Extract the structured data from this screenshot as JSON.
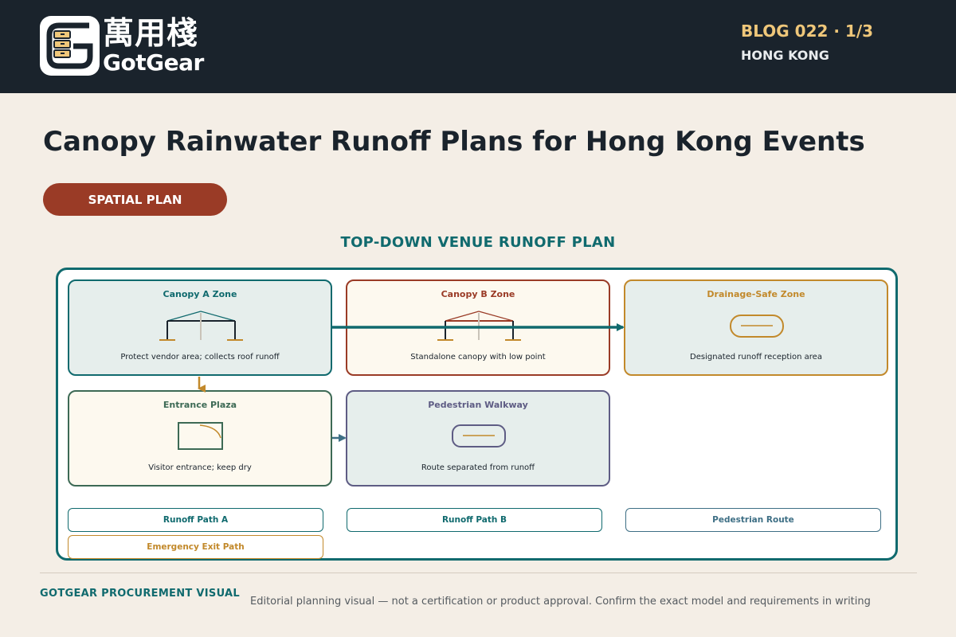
{
  "header": {
    "logo_cjk": "萬用棧",
    "logo_en": "GotGear",
    "blog_number": "BLOG 022 · 1/3",
    "location": "HONG KONG"
  },
  "page": {
    "title": "Canopy Rainwater Runoff Plans for Hong Kong Events",
    "badge": "SPATIAL PLAN"
  },
  "diagram": {
    "title": "TOP-DOWN VENUE RUNOFF PLAN",
    "zones": {
      "canopy_a": {
        "title": "Canopy A Zone",
        "desc": "Protect vendor area; collects roof runoff"
      },
      "canopy_b": {
        "title": "Canopy B Zone",
        "desc": "Standalone canopy with low point"
      },
      "drainage": {
        "title": "Drainage-Safe Zone",
        "desc": "Designated runoff reception area"
      },
      "entrance": {
        "title": "Entrance Plaza",
        "desc": "Visitor entrance; keep dry"
      },
      "walkway": {
        "title": "Pedestrian Walkway",
        "desc": "Route separated from runoff"
      }
    },
    "legend": {
      "runoff_a": "Runoff Path A",
      "runoff_b": "Runoff Path B",
      "pedestrian": "Pedestrian Route",
      "emergency": "Emergency Exit Path"
    }
  },
  "footer": {
    "brand": "GOTGEAR PROCUREMENT VISUAL",
    "note": "Editorial planning visual — not a certification or product approval. Confirm the exact model and requirements in writing"
  },
  "colors": {
    "header_bg": "#1a232c",
    "page_bg": "#f4eee6",
    "teal": "#106a6e",
    "rust": "#9a3b26",
    "gold": "#c2892b",
    "slate": "#5e5c84",
    "green": "#3d6a55"
  }
}
